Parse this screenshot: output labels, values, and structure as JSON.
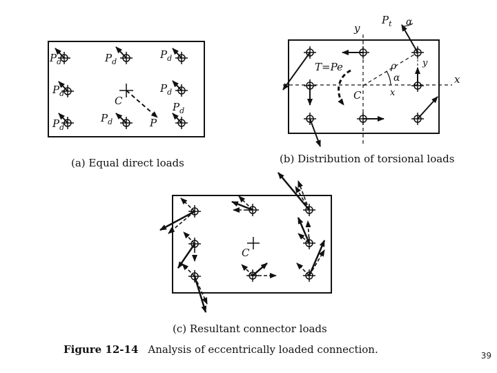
{
  "captions": {
    "a": "(a) Equal direct loads",
    "b": "(b) Distribution of torsional loads",
    "c": "(c) Resultant connector loads"
  },
  "figure": {
    "number": "Figure 12-14",
    "title": "Analysis of eccentrically loaded connection."
  },
  "page_number": "39",
  "panel_a": {
    "load_label": "P",
    "load_subscript": "d",
    "centroid": "C",
    "applied_load": "P"
  },
  "panel_b": {
    "axis_x": "x",
    "axis_y": "y",
    "torque": "T=Pe",
    "centroid": "C",
    "force_label": "P",
    "force_subscript": "t",
    "radius": "ρ",
    "angle": "α",
    "coord_x": "x",
    "coord_y": "y"
  },
  "panel_c": {
    "centroid": "C"
  }
}
